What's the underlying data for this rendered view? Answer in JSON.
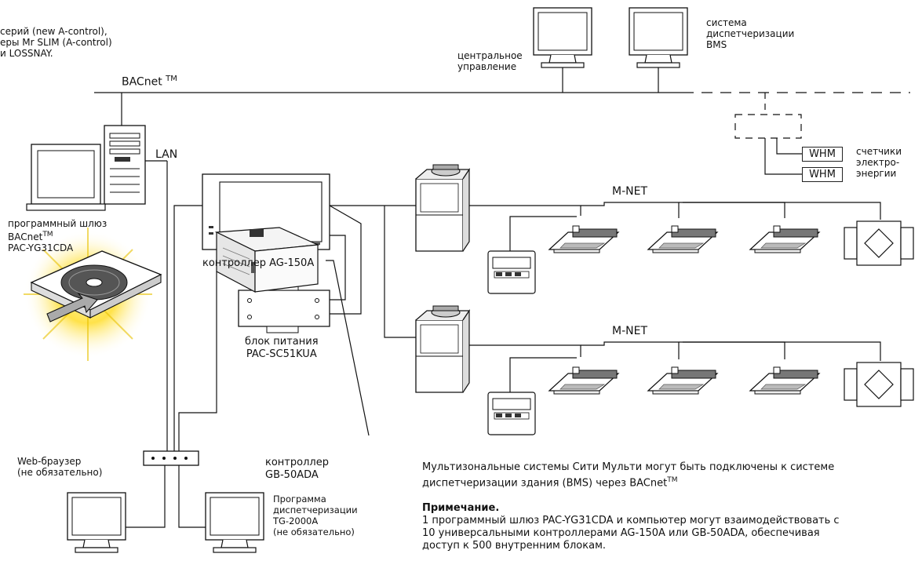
{
  "top_left_text": {
    "line1": "серий (new A-control),",
    "line2": "еры Mr SLIM (A-control)",
    "line3": "и LOSSNAY."
  },
  "bacnet_bus": {
    "label": "BACnet",
    "sup": "TM"
  },
  "central_control": {
    "line1": "центральное",
    "line2": "управление"
  },
  "bms": {
    "line1": "система",
    "line2": "диспетчеризации",
    "line3": "BMS"
  },
  "lan_label": "LAN",
  "gateway": {
    "line1": "программный шлюз",
    "line2": "BACnet",
    "line2_sup": "TM",
    "line3": "PAC-YG31CDA"
  },
  "ag150a_label": "контроллер AG-150A",
  "power_supply": {
    "line1": "блок питания",
    "line2": "PAC-SC51KUA"
  },
  "gb50ada": {
    "line1": "контроллер",
    "line2": "GB-50ADA"
  },
  "web_browser": {
    "line1": "Web-браузер",
    "line2": "(не обязательно)"
  },
  "tg2000a": {
    "line1": "Программа",
    "line2": "диспетчеризации",
    "line3": "TG-2000A",
    "line4": "(не обязательно)"
  },
  "meters": {
    "whm1": "WHM",
    "whm2": "WHM",
    "line1": "счетчики",
    "line2": "электро-",
    "line3": "энергии"
  },
  "mnet_top": "M-NET",
  "mnet_bottom": "M-NET",
  "description": {
    "line1": "Мультизональные системы Сити Мульти могут быть подключены к системе",
    "line2": "диспетчеризации здания (BMS) через BACnet",
    "line2_sup": "TM"
  },
  "note": {
    "title": "Примечание.",
    "line1": "1 программный шлюз PAC-YG31CDA и компьютер могут взаимодействовать с",
    "line2": "10 универсальными контроллерами AG-150A или GB-50ADA, обеспечивая",
    "line3": "доступ к 500 внутренним блокам."
  }
}
